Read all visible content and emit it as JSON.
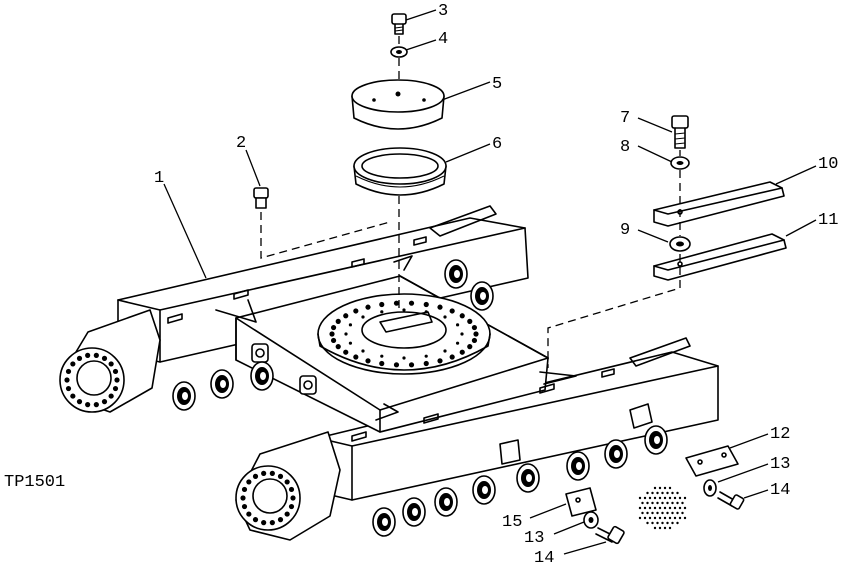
{
  "figure_code": "TP1501",
  "callouts": {
    "c1": "1",
    "c2": "2",
    "c3": "3",
    "c4": "4",
    "c5": "5",
    "c6": "6",
    "c7": "7",
    "c8": "8",
    "c9": "9",
    "c10": "10",
    "c11": "11",
    "c12": "12",
    "c13a": "13",
    "c14a": "14",
    "c15": "15",
    "c13b": "13",
    "c14b": "14"
  }
}
